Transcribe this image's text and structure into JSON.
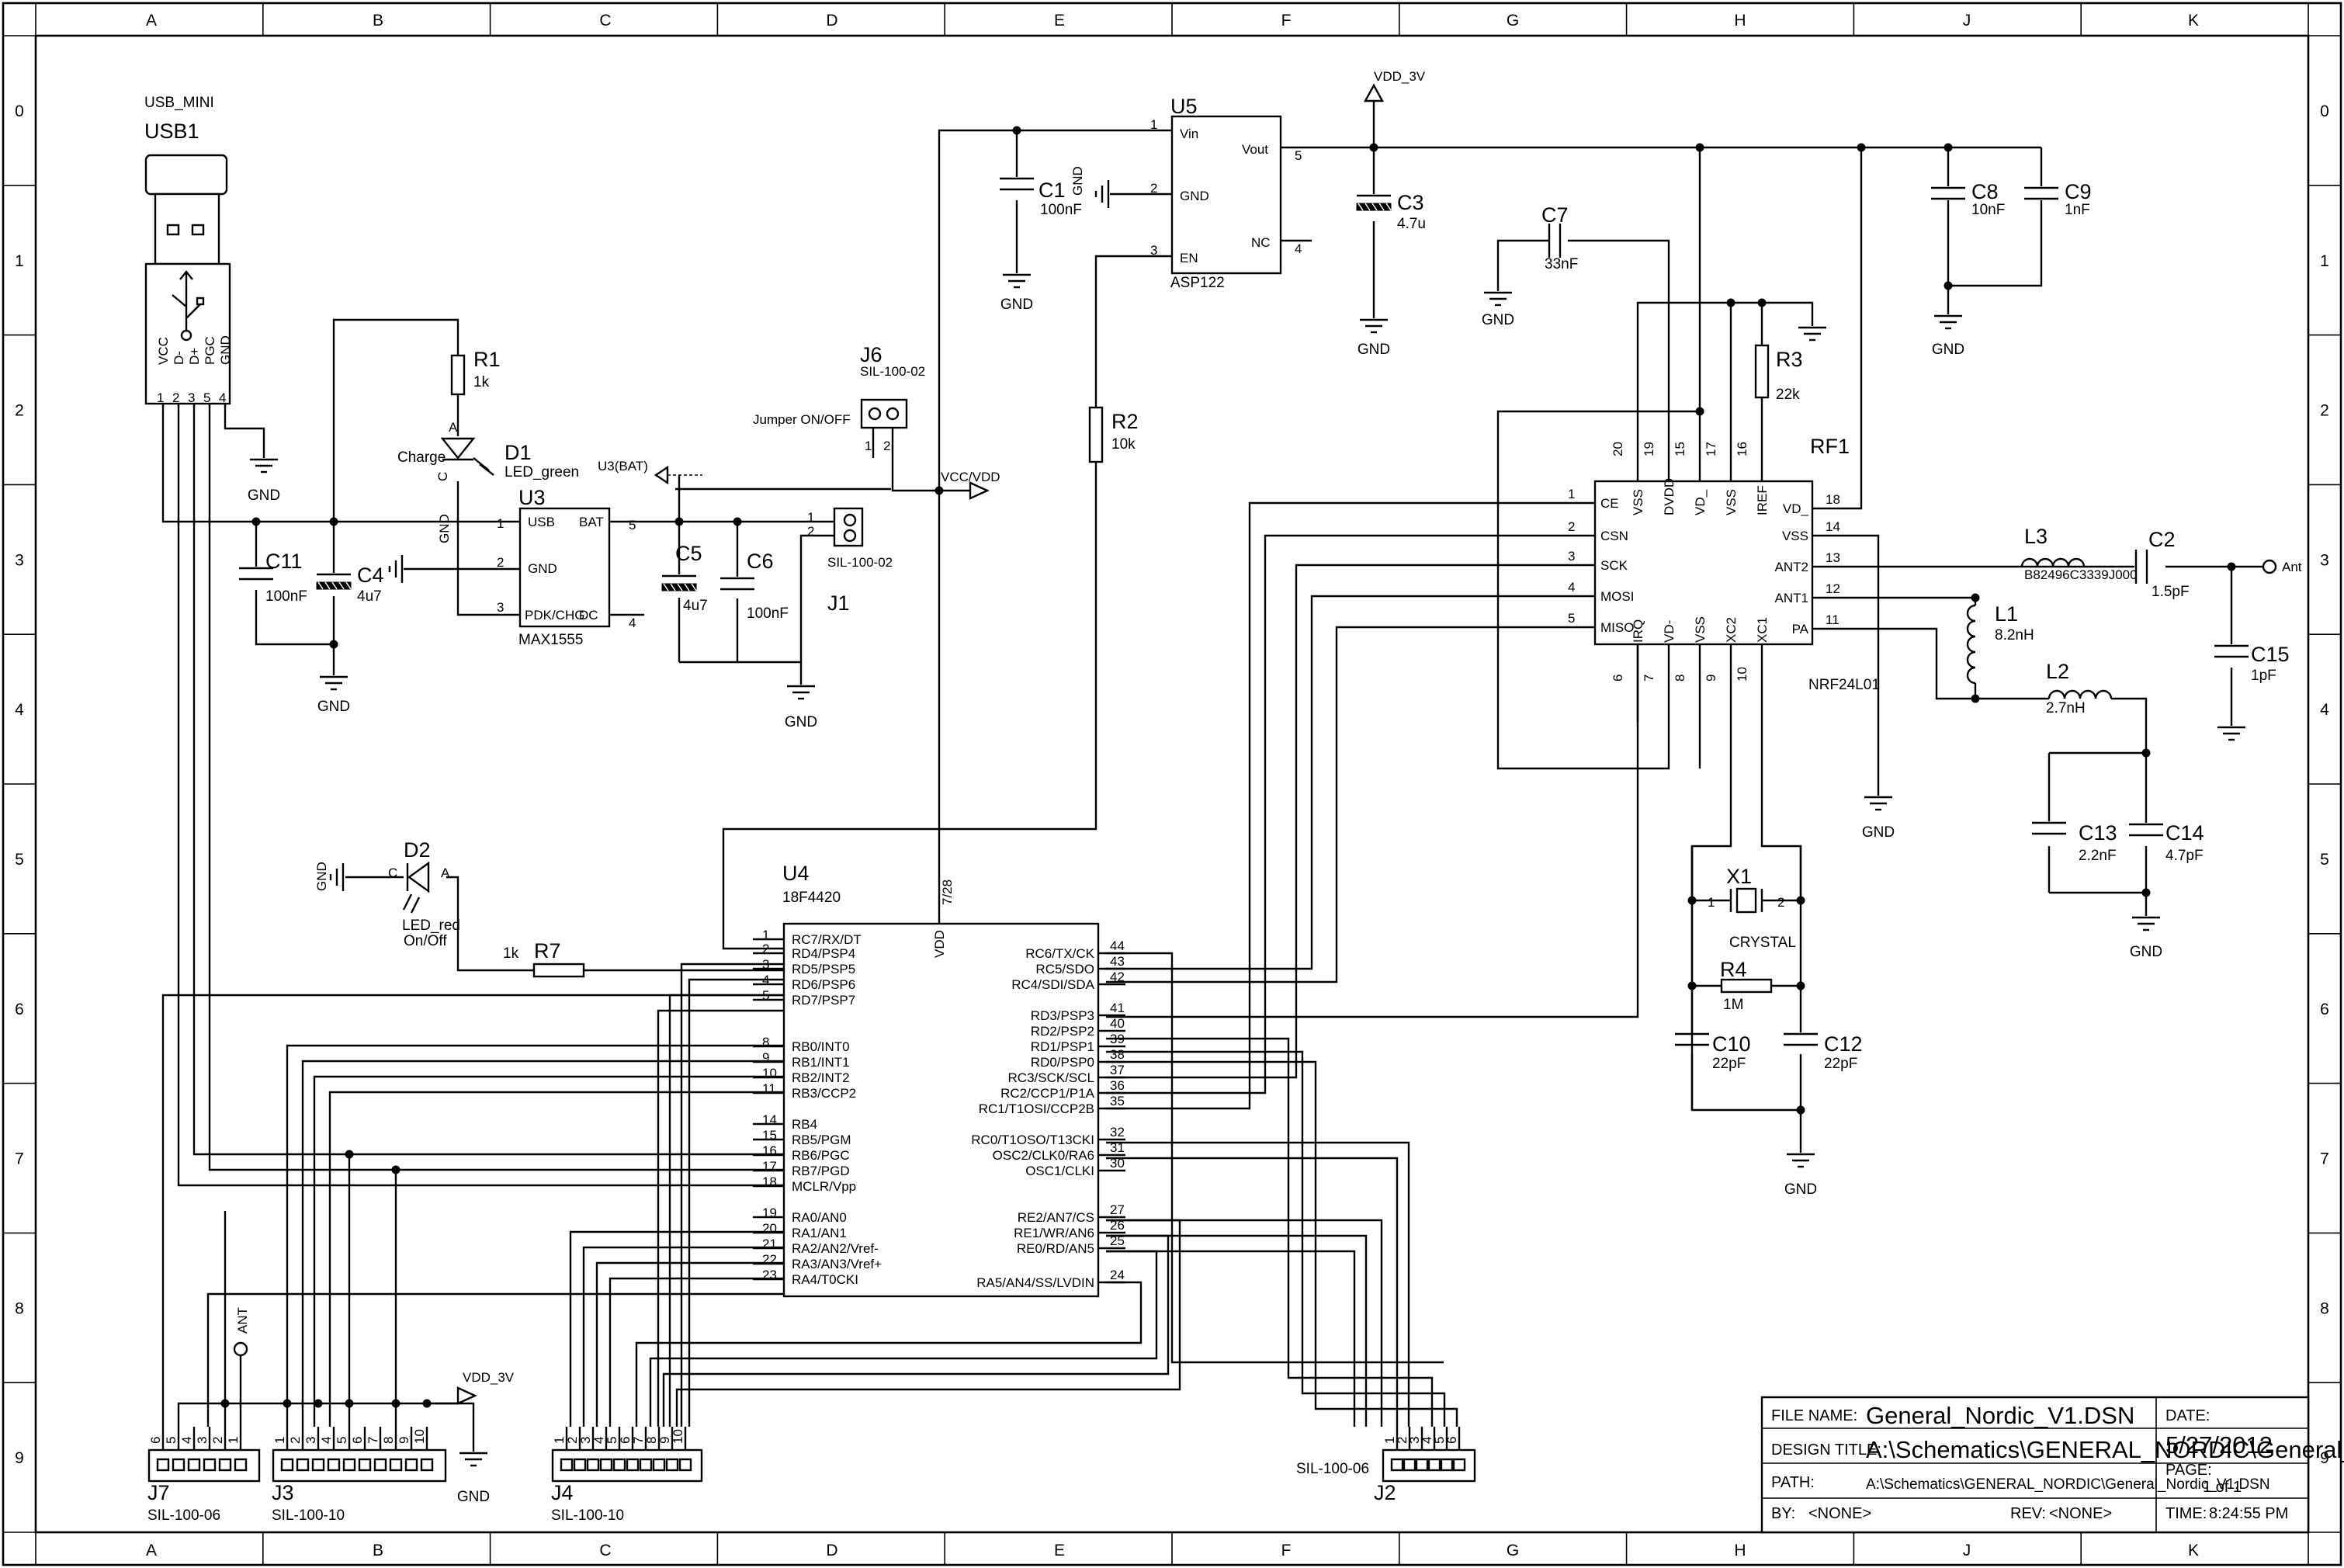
{
  "border": {
    "columns": [
      "A",
      "B",
      "C",
      "D",
      "E",
      "F",
      "G",
      "H",
      "J",
      "K"
    ],
    "rows": [
      "0",
      "1",
      "2",
      "3",
      "4",
      "5",
      "6",
      "7",
      "8",
      "9"
    ]
  },
  "components": {
    "usb1": {
      "ref": "USB1",
      "value": "USB_MINI",
      "pins": [
        "VCC",
        "D-",
        "D+",
        "PGC",
        "GND"
      ],
      "pin_nums": [
        "1",
        "2",
        "3",
        "5",
        "4"
      ]
    },
    "u5": {
      "ref": "U5",
      "value": "ASP122",
      "pins": {
        "vin": "Vin",
        "gnd": "GND",
        "en": "EN",
        "vout": "Vout",
        "nc": "NC"
      },
      "pin_nums": {
        "vin": "1",
        "gnd": "2",
        "en": "3",
        "vout": "5",
        "nc": "4"
      }
    },
    "u3": {
      "ref": "U3",
      "value": "MAX1555",
      "pins": {
        "usb": "USB",
        "gnd": "GND",
        "pdk": "PDK/CHG",
        "dc": "DC",
        "bat": "BAT"
      },
      "pin_nums": {
        "usb": "1",
        "gnd": "2",
        "pdk": "3",
        "dc": "4",
        "bat": "5"
      },
      "gnd_label": "GND"
    },
    "u4": {
      "ref": "U4",
      "value": "18F4420",
      "vdd": "VDD",
      "vdd_pin": "7/28",
      "left_pins": [
        {
          "n": "1",
          "name": "RC7/RX/DT"
        },
        {
          "n": "2",
          "name": "RD4/PSP4"
        },
        {
          "n": "3",
          "name": "RD5/PSP5"
        },
        {
          "n": "4",
          "name": "RD6/PSP6"
        },
        {
          "n": "5",
          "name": "RD7/PSP7"
        },
        {
          "n": "8",
          "name": "RB0/INT0"
        },
        {
          "n": "9",
          "name": "RB1/INT1"
        },
        {
          "n": "10",
          "name": "RB2/INT2"
        },
        {
          "n": "11",
          "name": "RB3/CCP2"
        },
        {
          "n": "14",
          "name": "RB4"
        },
        {
          "n": "15",
          "name": "RB5/PGM"
        },
        {
          "n": "16",
          "name": "RB6/PGC"
        },
        {
          "n": "17",
          "name": "RB7/PGD"
        },
        {
          "n": "18",
          "name": "MCLR/Vpp"
        },
        {
          "n": "19",
          "name": "RA0/AN0"
        },
        {
          "n": "20",
          "name": "RA1/AN1"
        },
        {
          "n": "21",
          "name": "RA2/AN2/Vref-"
        },
        {
          "n": "22",
          "name": "RA3/AN3/Vref+"
        },
        {
          "n": "23",
          "name": "RA4/T0CKI"
        }
      ],
      "right_pins": [
        {
          "n": "44",
          "name": "RC6/TX/CK"
        },
        {
          "n": "43",
          "name": "RC5/SDO"
        },
        {
          "n": "42",
          "name": "RC4/SDI/SDA"
        },
        {
          "n": "41",
          "name": "RD3/PSP3"
        },
        {
          "n": "40",
          "name": "RD2/PSP2"
        },
        {
          "n": "39",
          "name": "RD1/PSP1"
        },
        {
          "n": "38",
          "name": "RD0/PSP0"
        },
        {
          "n": "37",
          "name": "RC3/SCK/SCL"
        },
        {
          "n": "36",
          "name": "RC2/CCP1/P1A"
        },
        {
          "n": "35",
          "name": "RC1/T1OSI/CCP2B"
        },
        {
          "n": "32",
          "name": "RC0/T1OSO/T13CKI"
        },
        {
          "n": "31",
          "name": "OSC2/CLK0/RA6"
        },
        {
          "n": "30",
          "name": "OSC1/CLKI"
        },
        {
          "n": "27",
          "name": "RE2/AN7/CS"
        },
        {
          "n": "26",
          "name": "RE1/WR/AN6"
        },
        {
          "n": "25",
          "name": "RE0/RD/AN5"
        },
        {
          "n": "24",
          "name": "RA5/AN4/SS/LVDIN"
        }
      ]
    },
    "rf1": {
      "ref": "RF1",
      "value": "NRF24L01",
      "left_pins": [
        {
          "n": "1",
          "name": "CE"
        },
        {
          "n": "2",
          "name": "CSN"
        },
        {
          "n": "3",
          "name": "SCK"
        },
        {
          "n": "4",
          "name": "MOSI"
        },
        {
          "n": "5",
          "name": "MISO"
        }
      ],
      "right_pins": [
        {
          "n": "18",
          "name": "VD_"
        },
        {
          "n": "14",
          "name": "VSS"
        },
        {
          "n": "13",
          "name": "ANT2"
        },
        {
          "n": "12",
          "name": "ANT1"
        },
        {
          "n": "11",
          "name": "PA"
        }
      ],
      "top_pins": [
        {
          "n": "20",
          "name": "VSS"
        },
        {
          "n": "19",
          "name": "DVDD"
        },
        {
          "n": "15",
          "name": "VD_"
        },
        {
          "n": "17",
          "name": "VSS"
        },
        {
          "n": "16",
          "name": "IREF"
        }
      ],
      "bottom_pins": [
        {
          "n": "6",
          "name": "IRQ"
        },
        {
          "n": "7",
          "name": "VD-"
        },
        {
          "n": "8",
          "name": "VSS"
        },
        {
          "n": "9",
          "name": "XC2"
        },
        {
          "n": "10",
          "name": "XC1"
        }
      ]
    },
    "x1": {
      "ref": "X1",
      "value": "CRYSTAL",
      "pin1": "1",
      "pin2": "2"
    },
    "r1": {
      "ref": "R1",
      "value": "1k"
    },
    "r2": {
      "ref": "R2",
      "value": "10k"
    },
    "r3": {
      "ref": "R3",
      "value": "22k"
    },
    "r4": {
      "ref": "R4",
      "value": "1M"
    },
    "r7": {
      "ref": "R7",
      "value": "1k"
    },
    "c1": {
      "ref": "C1",
      "value": "100nF"
    },
    "c2": {
      "ref": "C2",
      "value": "1.5pF"
    },
    "c3": {
      "ref": "C3",
      "value": "4.7u"
    },
    "c4": {
      "ref": "C4",
      "value": "4u7"
    },
    "c5": {
      "ref": "C5",
      "value": "4u7"
    },
    "c6": {
      "ref": "C6",
      "value": "100nF"
    },
    "c7": {
      "ref": "C7",
      "value": "33nF"
    },
    "c8": {
      "ref": "C8",
      "value": "10nF"
    },
    "c9": {
      "ref": "C9",
      "value": "1nF"
    },
    "c10": {
      "ref": "C10",
      "value": "22pF"
    },
    "c11": {
      "ref": "C11",
      "value": "100nF"
    },
    "c12": {
      "ref": "C12",
      "value": "22pF"
    },
    "c13": {
      "ref": "C13",
      "value": "2.2nF"
    },
    "c14": {
      "ref": "C14",
      "value": "4.7pF"
    },
    "c15": {
      "ref": "C15",
      "value": "1pF"
    },
    "l1": {
      "ref": "L1",
      "value": "8.2nH"
    },
    "l2": {
      "ref": "L2",
      "value": "2.7nH"
    },
    "l3": {
      "ref": "L3",
      "value": "B82496C3339J000"
    },
    "d1": {
      "ref": "D1",
      "value": "LED_green",
      "label": "Charge",
      "a": "A",
      "c": "C"
    },
    "d2": {
      "ref": "D2",
      "value": "LED_red",
      "label": "On/Off",
      "a": "A",
      "c": "C"
    },
    "j1": {
      "ref": "J1",
      "value": "SIL-100-02",
      "pins": [
        "1",
        "2"
      ]
    },
    "j6": {
      "ref": "J6",
      "value": "SIL-100-02",
      "label": "Jumper ON/OFF",
      "pins": [
        "1",
        "2"
      ]
    },
    "j7": {
      "ref": "J7",
      "value": "SIL-100-06",
      "pins": [
        "6",
        "5",
        "4",
        "3",
        "2",
        "1"
      ]
    },
    "j3": {
      "ref": "J3",
      "value": "SIL-100-10",
      "pins": [
        "1",
        "2",
        "3",
        "4",
        "5",
        "6",
        "7",
        "8",
        "9",
        "10"
      ]
    },
    "j4": {
      "ref": "J4",
      "value": "SIL-100-10",
      "pins": [
        "1",
        "2",
        "3",
        "4",
        "5",
        "6",
        "7",
        "8",
        "9",
        "10"
      ]
    },
    "j2": {
      "ref": "J2",
      "value": "SIL-100-06",
      "pins": [
        "1",
        "2",
        "3",
        "4",
        "5",
        "6"
      ]
    }
  },
  "nets": {
    "gnd": "GND",
    "vdd_3v": "VDD_3V",
    "vcc_vdd": "VCC/VDD",
    "u3_bat": "U3(BAT)",
    "ant": "Ant",
    "ant_label": "ANT"
  },
  "title_block": {
    "file_name_label": "FILE NAME:",
    "file_name": "General_Nordic_V1.DSN",
    "design_title_label": "DESIGN TITLE:",
    "design_title": "A:\\Schematics\\GENERAL_NORDIC\\General_",
    "path_label": "PATH:",
    "path": "A:\\Schematics\\GENERAL_NORDIC\\General_Nordic_V1.DSN",
    "by_label": "BY:",
    "by": "<NONE>",
    "rev_label": "REV:",
    "rev": "<NONE>",
    "date_label": "DATE:",
    "date": "5/27/2012",
    "page_label": "PAGE:",
    "page": "1  of  1",
    "time_label": "TIME:",
    "time": "8:24:55 PM"
  }
}
